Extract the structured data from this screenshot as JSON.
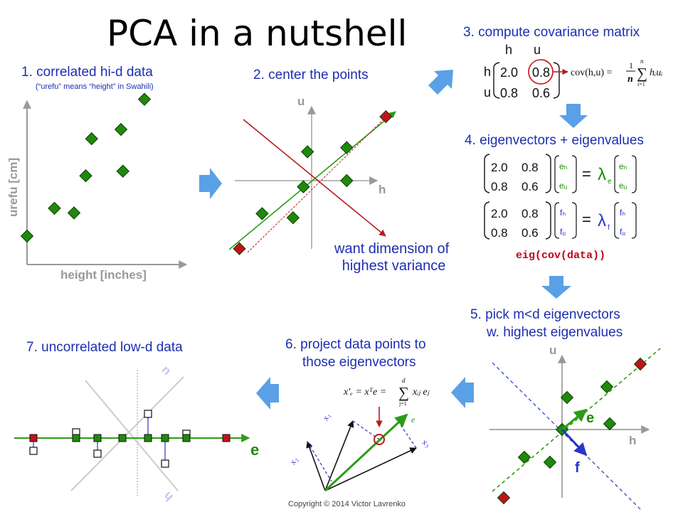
{
  "slide": {
    "title": "PCA in a nutshell",
    "copyright": "Copyright © 2014 Victor Lavrenko"
  },
  "steps": {
    "s1": {
      "title": "1. correlated hi-d data",
      "note": "(“urefu” means “height” in Swahili)",
      "xlabel": "height [inches]",
      "ylabel": "urefu [cm]"
    },
    "s2": {
      "title": "2. center the points",
      "axis_u": "u",
      "axis_h": "h",
      "annotation_line1": "want dimension of",
      "annotation_line2": "highest variance"
    },
    "s3": {
      "title": "3. compute covariance matrix",
      "col_labels": [
        "h",
        "u"
      ],
      "row_labels": [
        "h",
        "u"
      ],
      "matrix": [
        [
          "2.0",
          "0.8"
        ],
        [
          "0.8",
          "0.6"
        ]
      ],
      "formula": "cov(h,u) = 1/n ∑ hᵢuᵢ",
      "formula_parts": {
        "lhs": "cov(h,u) =",
        "num": "1",
        "den": "n",
        "sum_top": "n",
        "sum_bottom": "i=1",
        "term": "hᵢuᵢ"
      }
    },
    "s4": {
      "title": "4. eigenvectors + eigenvalues",
      "matrix": [
        [
          "2.0",
          "0.8"
        ],
        [
          "0.8",
          "0.6"
        ]
      ],
      "vec_e": [
        "eₕ",
        "eᵤ"
      ],
      "vec_f": [
        "fₕ",
        "fᵤ"
      ],
      "eq": "=",
      "lambda_e": "λ",
      "lambda_e_sub": "e",
      "lambda_f": "λ",
      "lambda_f_sub": "f",
      "code": "eig(cov(data))"
    },
    "s5": {
      "title_line1": "5. pick m<d eigenvectors",
      "title_line2": "w. highest eigenvalues",
      "axis_u": "u",
      "axis_h": "h",
      "vec_e": "e",
      "vec_f": "f"
    },
    "s6": {
      "title_line1": "6. project data points to",
      "title_line2": "those eigenvectors",
      "formula": "x′ₑ = xᵀe = ∑ xᵢⱼ eⱼ",
      "formula_parts": {
        "lhs": "x′ₑ = xᵀe =",
        "sum_top": "d",
        "sum_bottom": "j=1",
        "term": "xᵢⱼ eⱼ"
      },
      "labels": [
        "x₁",
        "x₂",
        "x₃",
        "e"
      ]
    },
    "s7": {
      "title": "7. uncorrelated low-d data",
      "axis_e": "e",
      "axis_h": "h",
      "axis_u": "u"
    }
  },
  "colors": {
    "text_blue": "#1c2fb1",
    "point_green": "#1f8a0a",
    "point_red": "#c1121c",
    "line_green": "#2a9d14",
    "line_red": "#b51d1d",
    "arrow_blue": "#5aa0e6",
    "code_red": "#c0001a"
  },
  "chart_data": [
    {
      "type": "scatter",
      "xlabel": "height [inches]",
      "ylabel": "urefu [cm]",
      "points": [
        [
          1.0,
          3.0
        ],
        [
          2.4,
          4.2
        ],
        [
          3.4,
          4.0
        ],
        [
          4.0,
          5.6
        ],
        [
          4.3,
          7.2
        ],
        [
          5.8,
          7.6
        ],
        [
          5.9,
          5.8
        ],
        [
          7.0,
          8.9
        ]
      ]
    },
    {
      "type": "scatter",
      "points": [
        [
          -3.5,
          -3.3
        ],
        [
          -2.4,
          -1.6
        ],
        [
          -0.9,
          -1.8
        ],
        [
          -0.4,
          -0.3
        ],
        [
          -0.2,
          1.4
        ],
        [
          1.7,
          0.0
        ],
        [
          1.7,
          1.6
        ],
        [
          3.6,
          3.1
        ]
      ]
    }
  ]
}
